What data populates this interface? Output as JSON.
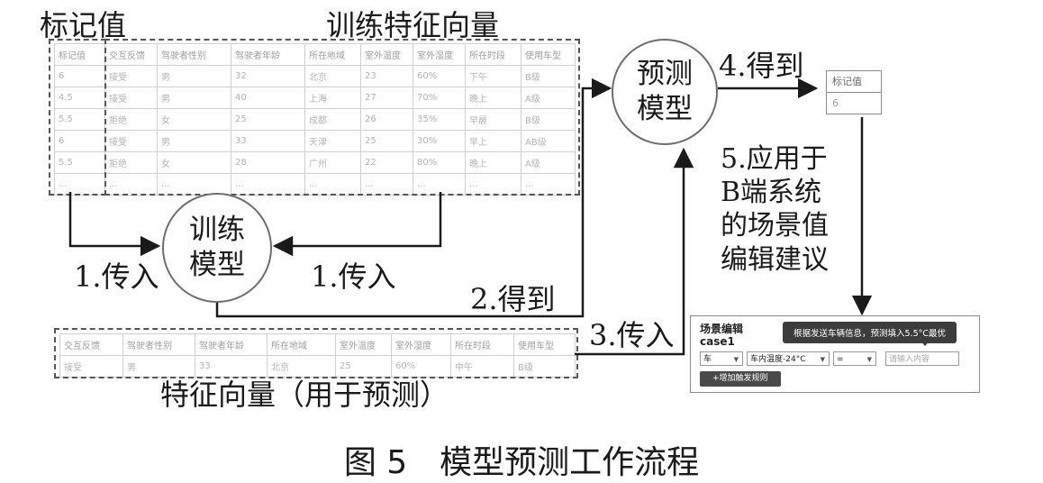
{
  "labels": {
    "label_value": "标记值",
    "train_features": "训练特征向量",
    "feature_predict": "特征向量（用于预测）",
    "train_model": "训练\n模型",
    "predict_model": "预测\n模型",
    "step1a": "1.传入",
    "step1b": "1.传入",
    "step2": "2.得到",
    "step3": "3.传入",
    "step4": "4.得到",
    "step5": "5.应用于\nB端系统\n的场景值\n编辑建议",
    "caption": "图 5　模型预测工作流程"
  },
  "train_table": {
    "headers": [
      "标记值",
      "交互反馈",
      "驾驶者性别",
      "驾驶者年龄",
      "所在地域",
      "室外温度",
      "室外湿度",
      "所在时段",
      "使用车型"
    ],
    "rows": [
      [
        "6",
        "接受",
        "男",
        "32",
        "北京",
        "23",
        "60%",
        "下午",
        "B级"
      ],
      [
        "4.5",
        "接受",
        "男",
        "40",
        "上海",
        "27",
        "70%",
        "晚上",
        "A级"
      ],
      [
        "5.5",
        "拒绝",
        "女",
        "25",
        "成都",
        "26",
        "35%",
        "早晨",
        "B级"
      ],
      [
        "6",
        "接受",
        "男",
        "33",
        "天津",
        "25",
        "30%",
        "早上",
        "AB级"
      ],
      [
        "5.5",
        "拒绝",
        "女",
        "28",
        "广州",
        "22",
        "80%",
        "晚上",
        "A级"
      ],
      [
        "...",
        "...",
        "...",
        "...",
        "...",
        "...",
        "...",
        "...",
        "..."
      ]
    ]
  },
  "predict_table": {
    "headers": [
      "交互反馈",
      "驾驶者性别",
      "驾驶者年龄",
      "所在地域",
      "室外温度",
      "室外湿度",
      "所在时段",
      "使用车型"
    ],
    "row": [
      "接受",
      "男",
      "33",
      "北京",
      "25",
      "60%",
      "中午",
      "B级"
    ]
  },
  "result_box": {
    "header": "标记值",
    "value": "6"
  },
  "panel": {
    "title": "场景编辑",
    "case": "case1",
    "tooltip": "根据发送车辆信息，预测填入5.5°C最优",
    "select1": "车",
    "select2": "车内温度-24°C",
    "select3": "=",
    "input_placeholder": "请输入内容",
    "add_button": "+增加触发规则"
  }
}
